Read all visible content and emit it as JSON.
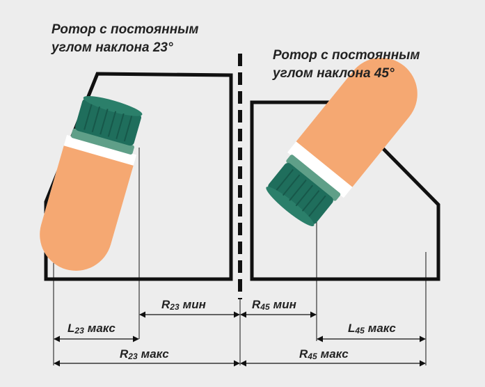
{
  "captions": {
    "left": {
      "line1": "Ротор с постоянным",
      "line2": "углом наклона 23°"
    },
    "right": {
      "line1": "Ротор с постоянным",
      "line2": "углом наклона 45°"
    }
  },
  "labels": {
    "r23_min": {
      "symbol": "R",
      "sub": "23",
      "word": "мин"
    },
    "l23_max": {
      "symbol": "L",
      "sub": "23",
      "word": "макс"
    },
    "r23_max": {
      "symbol": "R",
      "sub": "23",
      "word": "макс"
    },
    "r45_min": {
      "symbol": "R",
      "sub": "45",
      "word": "мин"
    },
    "l45_max": {
      "symbol": "L",
      "sub": "45",
      "word": "макс"
    },
    "r45_max": {
      "symbol": "R",
      "sub": "45",
      "word": "макс"
    }
  },
  "colors": {
    "background": "#ededed",
    "outline": "#111111",
    "cap_dark": "#1f6e5c",
    "cap_light": "#5f9f88",
    "liquid": "#f5a872",
    "tube_empty": "#ffffff",
    "text": "#222222"
  },
  "icons": {
    "tube_cap": "screw-cap-icon",
    "axis": "dashed-axis-line"
  }
}
